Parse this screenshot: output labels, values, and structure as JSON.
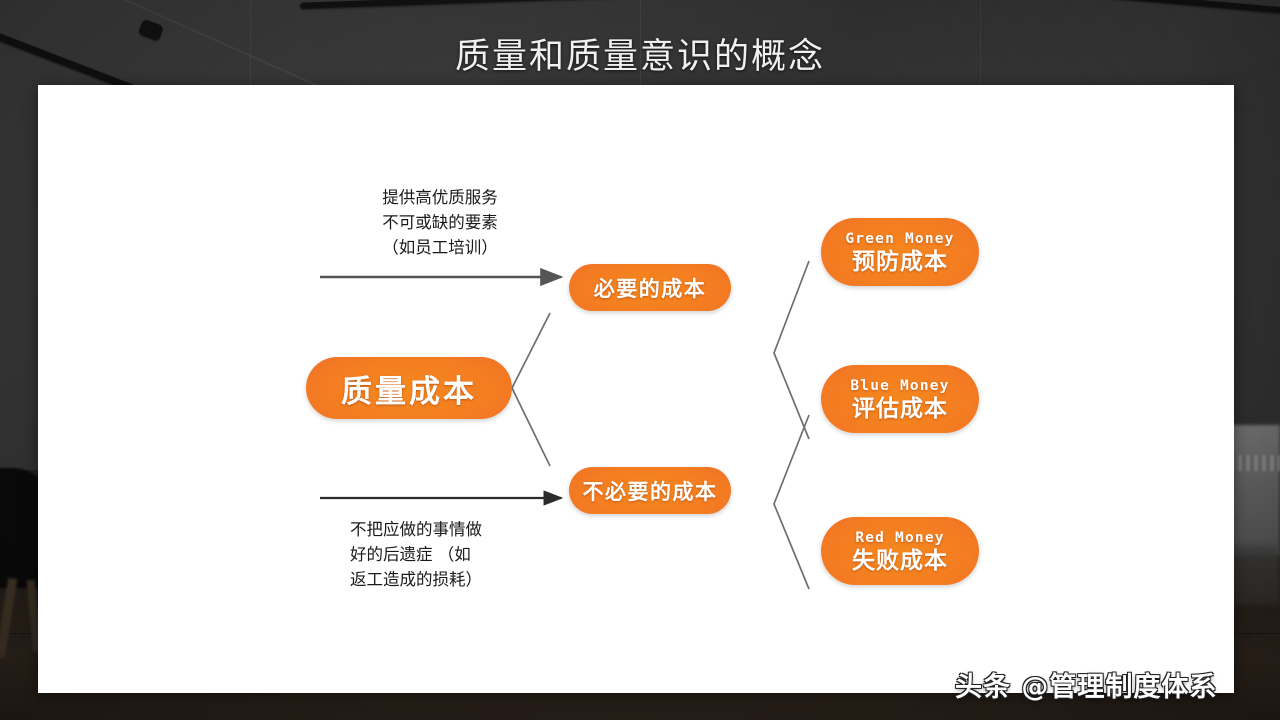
{
  "slide": {
    "title": "质量和质量意识的概念",
    "watermark": "头条 @管理制度体系"
  },
  "diagram": {
    "root": {
      "label": "质量成本"
    },
    "branches": [
      {
        "id": "necessary",
        "label": "必要的成本"
      },
      {
        "id": "unnecessary",
        "label": "不必要的成本"
      }
    ],
    "leaves": [
      {
        "id": "green",
        "en": "Green Money",
        "cn": "预防成本"
      },
      {
        "id": "blue",
        "en": "Blue Money",
        "cn": "评估成本"
      },
      {
        "id": "red",
        "en": "Red Money",
        "cn": "失败成本"
      }
    ],
    "annotations": {
      "top": {
        "line1": "提供高优质服务",
        "line2": "不可或缺的要素",
        "line3": "（如员工培训）"
      },
      "bottom": {
        "line1": "不把应做的事情做",
        "line2": "好的后遗症 （如",
        "line3": "返工造成的损耗）"
      }
    },
    "colors": {
      "pill_gradient_light": "#f6891d",
      "pill_gradient_dark": "#e4513c",
      "pill_text": "#ffffff",
      "connector_line": "#6e6e6e",
      "arrow": "#2b2b2b",
      "slide_background": "#ffffff",
      "title_text": "#f2f0ee"
    }
  }
}
